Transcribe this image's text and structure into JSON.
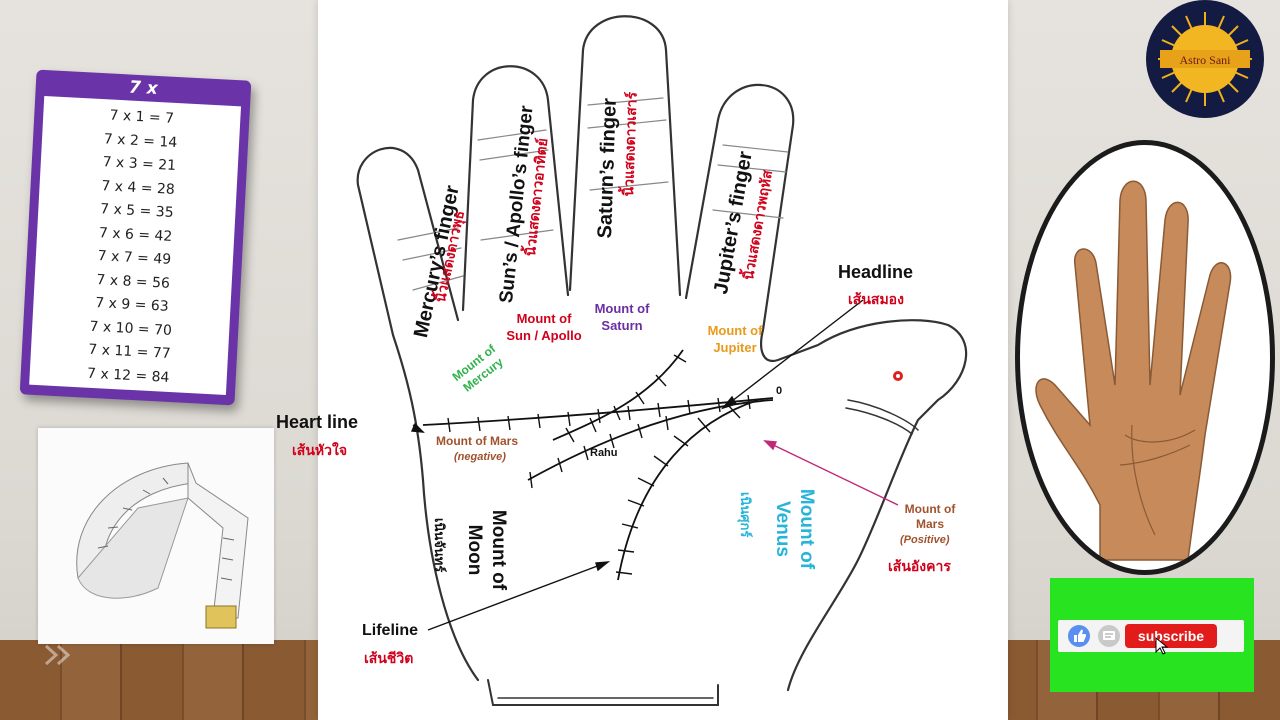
{
  "times_table": {
    "title": "7 x",
    "rows": [
      "7 x 1 = 7",
      "7 x 2 = 14",
      "7 x 3 = 21",
      "7 x 4 = 28",
      "7 x 5 = 35",
      "7 x 6 = 42",
      "7 x 7 = 49",
      "7 x 8 = 56",
      "7 x 9 = 63",
      "7 x 10 = 70",
      "7 x 11 = 77",
      "7 x 12 = 84"
    ]
  },
  "logo": {
    "text": "Astro Sani"
  },
  "diagram": {
    "fingers": {
      "mercury": {
        "en": "Mercury’s finger",
        "th": "นิ้วแสดงดาวพุธ"
      },
      "apollo": {
        "en": "Sun’s / Apollo’s finger",
        "th": "นิ้วแสดงดาวอาทิตย์"
      },
      "saturn": {
        "en": "Saturn’s finger",
        "th": "นิ้วแสดงดาวเสาร์"
      },
      "jupiter": {
        "en": "Jupiter’s finger",
        "th": "นิ้วแสดงดาวพฤหัส"
      }
    },
    "mounts": {
      "mercury": "Mount of Mercury",
      "sun_apollo": "Mount of Sun / Apollo",
      "saturn": "Mount of Saturn",
      "jupiter": "Mount of Jupiter",
      "mars_negative": "Mount of Mars",
      "mars_negative_note": "(negative)",
      "moon": "Mount of Moon",
      "moon_th": "เนินจันทร์",
      "venus": "Mount of Venus",
      "venus_th": "เนินศุกร์",
      "mars_positive": "Mount of Mars",
      "mars_positive_note": "(Positive)",
      "mars_positive_th": "เส้นอังคาร"
    },
    "lines": {
      "headline": {
        "en": "Headline",
        "th": "เส้นสมอง"
      },
      "heart": {
        "en": "Heart line",
        "th": "เส้นหัวใจ"
      },
      "life": {
        "en": "Lifeline",
        "th": "เส้นชีวิต"
      },
      "rahu": "Rahu",
      "zero": "0"
    }
  },
  "subscribe": {
    "label": "subscribe"
  },
  "colors": {
    "red": "#d0021b",
    "green": "#2fb34a",
    "purple": "#6b2fa3",
    "orange": "#e89a1c",
    "cyan": "#26b4d8",
    "brown": "#a0522d"
  }
}
